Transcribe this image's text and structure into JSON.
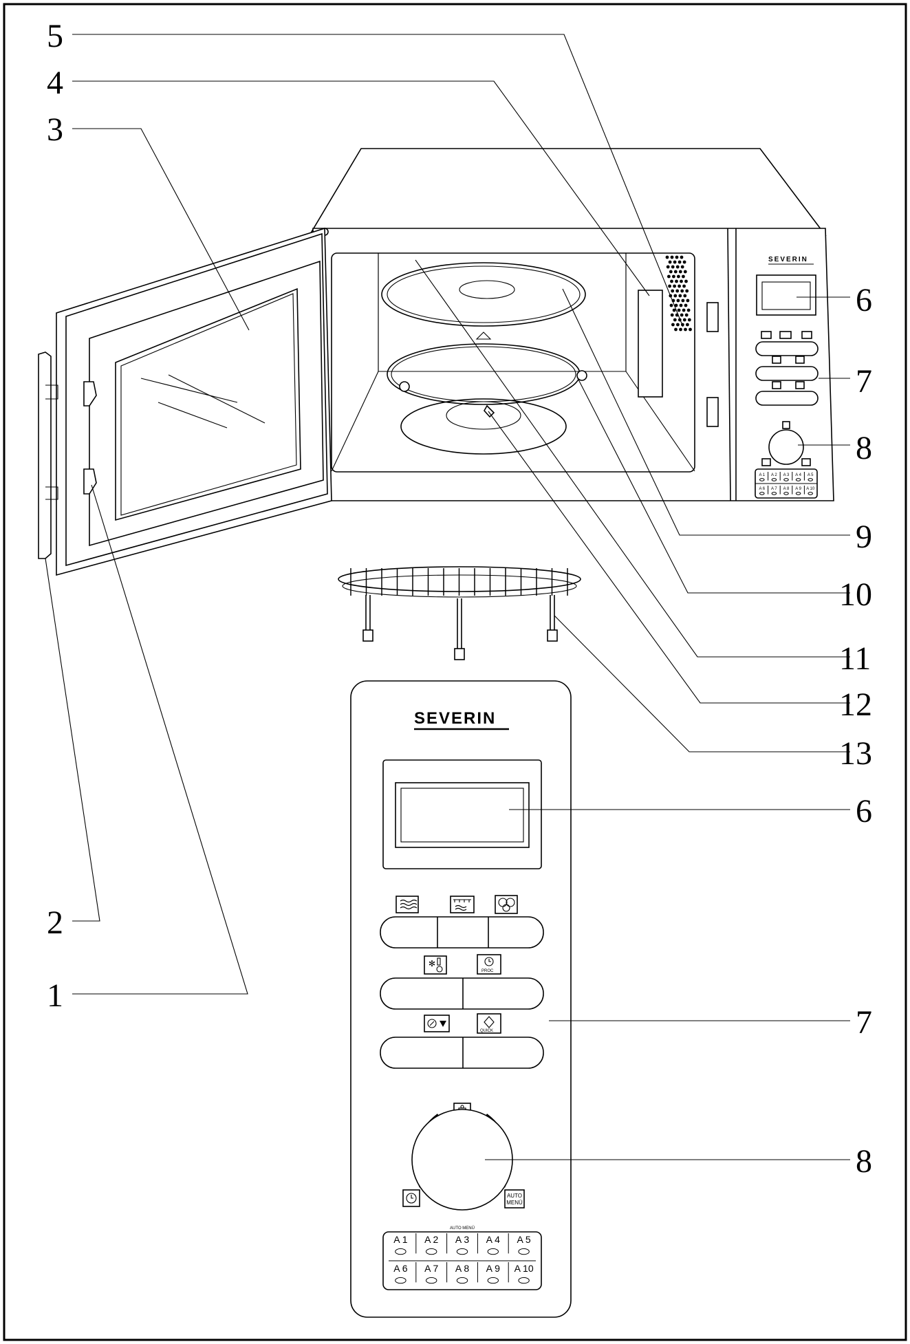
{
  "brand": "SEVERIN",
  "callouts": [
    "1",
    "2",
    "3",
    "4",
    "5",
    "6",
    "7",
    "8",
    "9",
    "10",
    "11",
    "12",
    "13"
  ],
  "panel_small": {
    "menu_labels": [
      "A 1",
      "A 2",
      "A 3",
      "A 4",
      "A 5",
      "A 6",
      "A 7",
      "A 8",
      "A 9",
      "A 10"
    ]
  },
  "panel_detail": {
    "auto_menu_heading": "AUTO MENÜ",
    "auto_menu_button": [
      "AUTO",
      "MENÜ"
    ],
    "proc_label": "PROC",
    "quick_label": "QUICK",
    "menu_labels": [
      "A 1",
      "A 2",
      "A 3",
      "A 4",
      "A 5",
      "A 6",
      "A 7",
      "A 8",
      "A 9",
      "A 10"
    ]
  },
  "icons": [
    "microwave-icon",
    "grill-icon",
    "fan-icon",
    "defrost-icon",
    "timer-icon",
    "stop-icon",
    "start-icon",
    "weight-icon",
    "clock-icon"
  ]
}
